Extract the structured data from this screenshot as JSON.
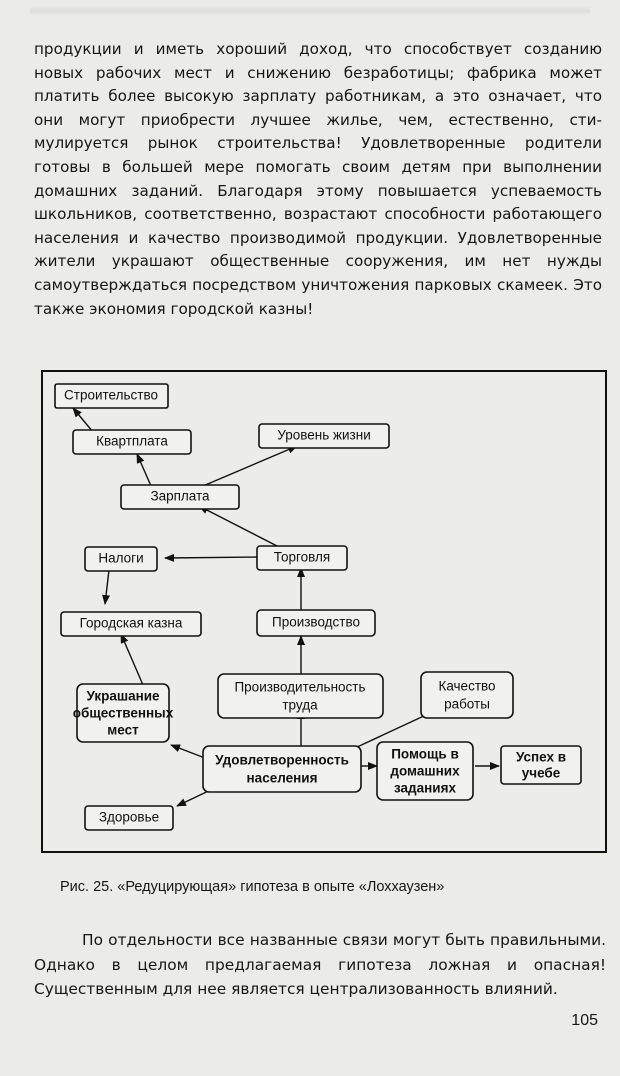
{
  "text": {
    "paragraph1": "продукции и иметь хороший доход, что способствует созданию новых рабочих мест и снижению безработицы; фабрика может платить более высокую зарплату работникам, а это означает, что они могут приобрести лучшее жилье, чем, естественно, сти­мулируется рынок строительства! Удовлетворенные родители готовы в большей мере помогать своим детям при выполнении домашних заданий. Благодаря этому повышается успеваемость школьников, соответственно, возрастают способности работа­ющего населения и качество производимой продукции. Удовлет­воренные жители украшают общественные сооружения, им нет нужды самоутверждаться посредством уничтожения парковых скамеек. Это также экономия городской казны!",
    "caption": "Рис. 25. «Редуцирующая» гипотеза в опыте «Лоххаузен»",
    "paragraph2": "По отдельности все названные связи могут быть правильны­ми. Однако в целом предлагаемая гипотеза ложная и опасная! Существенным для нее является централизованность влияний.",
    "page_number": "105"
  },
  "diagram": {
    "nodes": {
      "construction": "Строительство",
      "rent": "Квартплата",
      "living_standard": "Уровень жизни",
      "salary": "Зарплата",
      "taxes": "Налоги",
      "trade": "Торговля",
      "city_treasury": "Городская казна",
      "production": "Производство",
      "productivity": [
        "Производительность",
        "труда"
      ],
      "work_quality": [
        "Качество",
        "работы"
      ],
      "decoration": [
        "Украшание",
        "общественных",
        "мест"
      ],
      "satisfaction": [
        "Удовлетворенность",
        "населения"
      ],
      "homework_help": [
        "Помощь в",
        "домашних",
        "заданиях"
      ],
      "study_success": [
        "Успех в",
        "учебе"
      ],
      "health": "Здоровье"
    }
  }
}
